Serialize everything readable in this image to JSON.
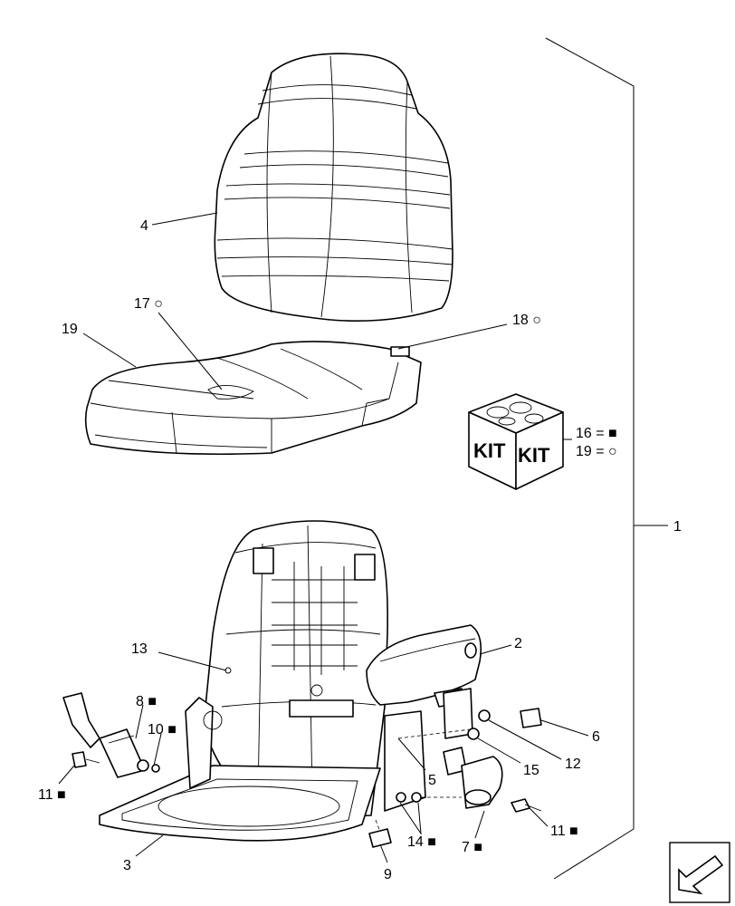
{
  "callouts": {
    "c1": "1",
    "c2": "2",
    "c3": "3",
    "c4": "4",
    "c5": "5",
    "c6": "6",
    "c7": "7 ■",
    "c8": "8 ■",
    "c9": "9",
    "c10": "10 ■",
    "c11a": "11 ■",
    "c11b": "11 ■",
    "c12": "12",
    "c13": "13",
    "c14": "14 ■",
    "c15": "15",
    "c17": "17 ○",
    "c18": "18 ○",
    "c19": "19"
  },
  "kit_box": {
    "label_left": "KIT",
    "label_right": "KIT",
    "legend_square": "16 = ■",
    "legend_circle": "19 = ○"
  },
  "nav_icon": "arrow-icon"
}
